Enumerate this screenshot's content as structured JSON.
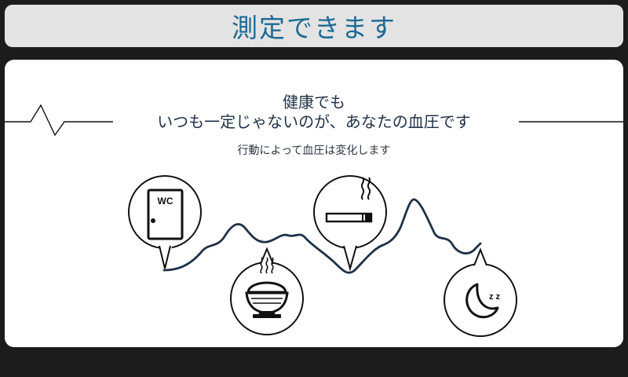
{
  "header": {
    "title": "測定できます"
  },
  "message": {
    "line1": "健康でも",
    "line2": "いつも一定じゃないのが、あなたの血圧です",
    "subtext": "行動によって血圧は変化します"
  },
  "icons": [
    {
      "name": "toilet-door-icon",
      "label": "WC"
    },
    {
      "name": "rice-bowl-icon"
    },
    {
      "name": "cigarette-icon"
    },
    {
      "name": "sleep-moon-icon",
      "label": "z z"
    }
  ],
  "colors": {
    "header_bg": "#e3e3e3",
    "header_text": "#1d6a96",
    "wave": "#1f3147",
    "ink": "#111111"
  }
}
